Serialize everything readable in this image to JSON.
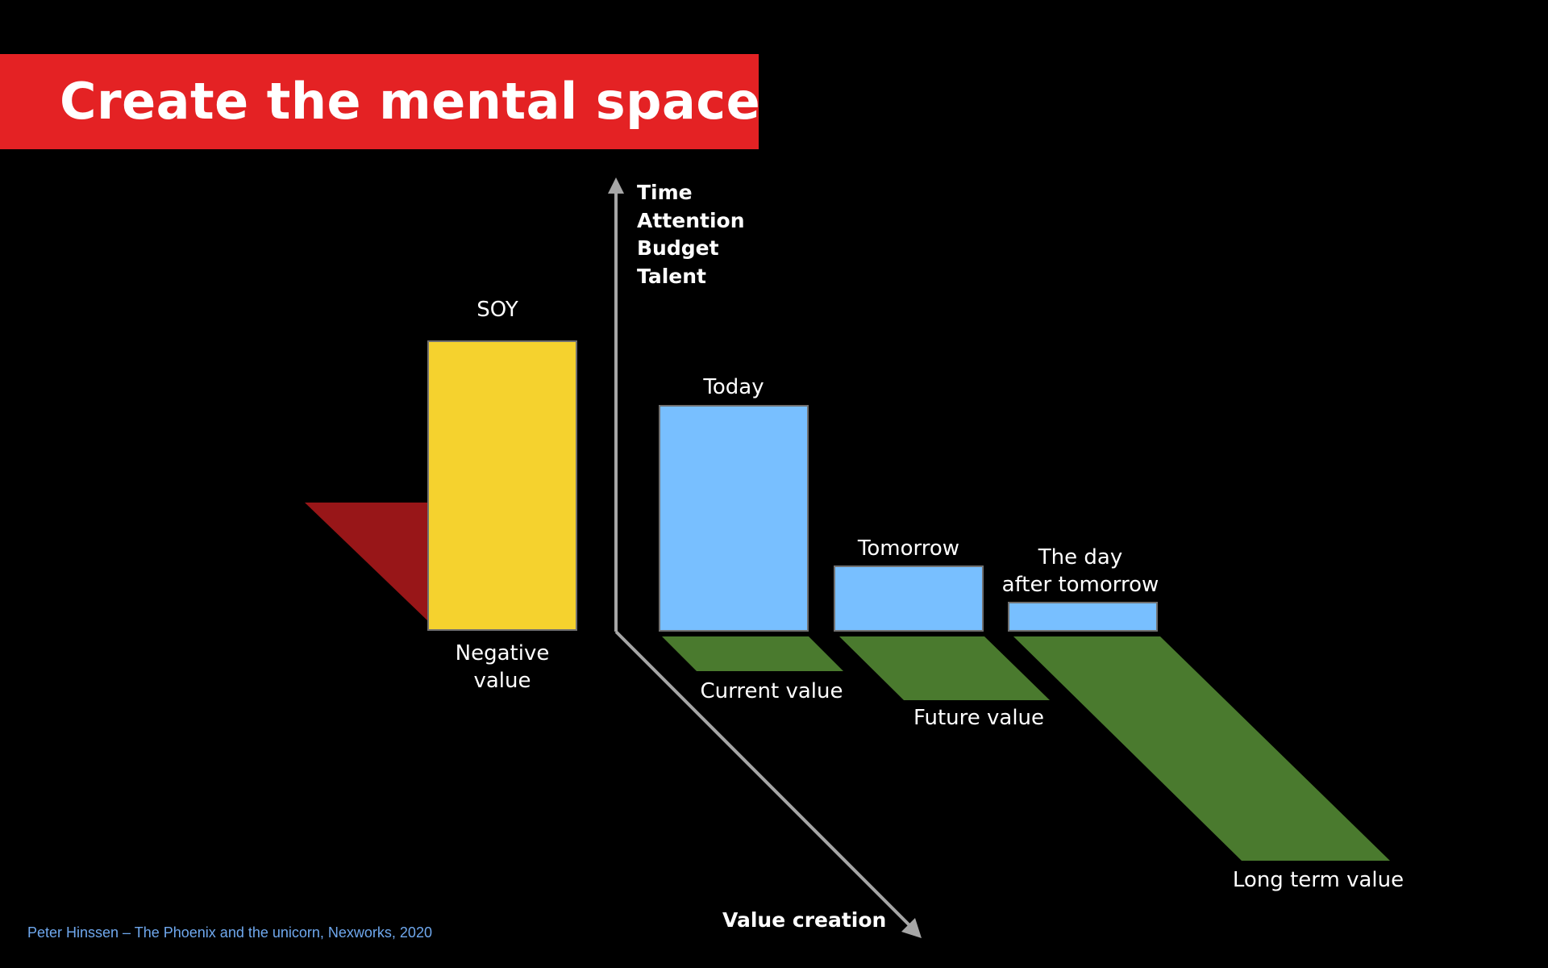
{
  "title": "Create the mental space",
  "vertical_axis": {
    "items": [
      "Time",
      "Attention",
      "Budget",
      "Talent"
    ]
  },
  "horizontal_axis": {
    "label": "Value creation"
  },
  "blocks": {
    "soy": {
      "label": "SOY",
      "value_label": "Negative value",
      "value_line1": "Negative",
      "value_line2": "value",
      "color": "#f5d22e"
    },
    "today": {
      "label": "Today",
      "value_label": "Current value",
      "color": "#78bfff"
    },
    "tomorrow": {
      "label": "Tomorrow",
      "value_label": "Future value",
      "color": "#78bfff"
    },
    "day_after": {
      "label_line1": "The day",
      "label_line2": "after tomorrow",
      "value_label": "Long term value",
      "color": "#78bfff"
    }
  },
  "colors": {
    "background": "#000000",
    "title_bar": "#e42224",
    "negative_value": "#981618",
    "positive_value": "#4a7a2e",
    "axis": "#a6a6a6",
    "credit": "#6fa8ee"
  },
  "credit": "Peter Hinssen – The Phoenix and the unicorn, Nexworks, 2020"
}
